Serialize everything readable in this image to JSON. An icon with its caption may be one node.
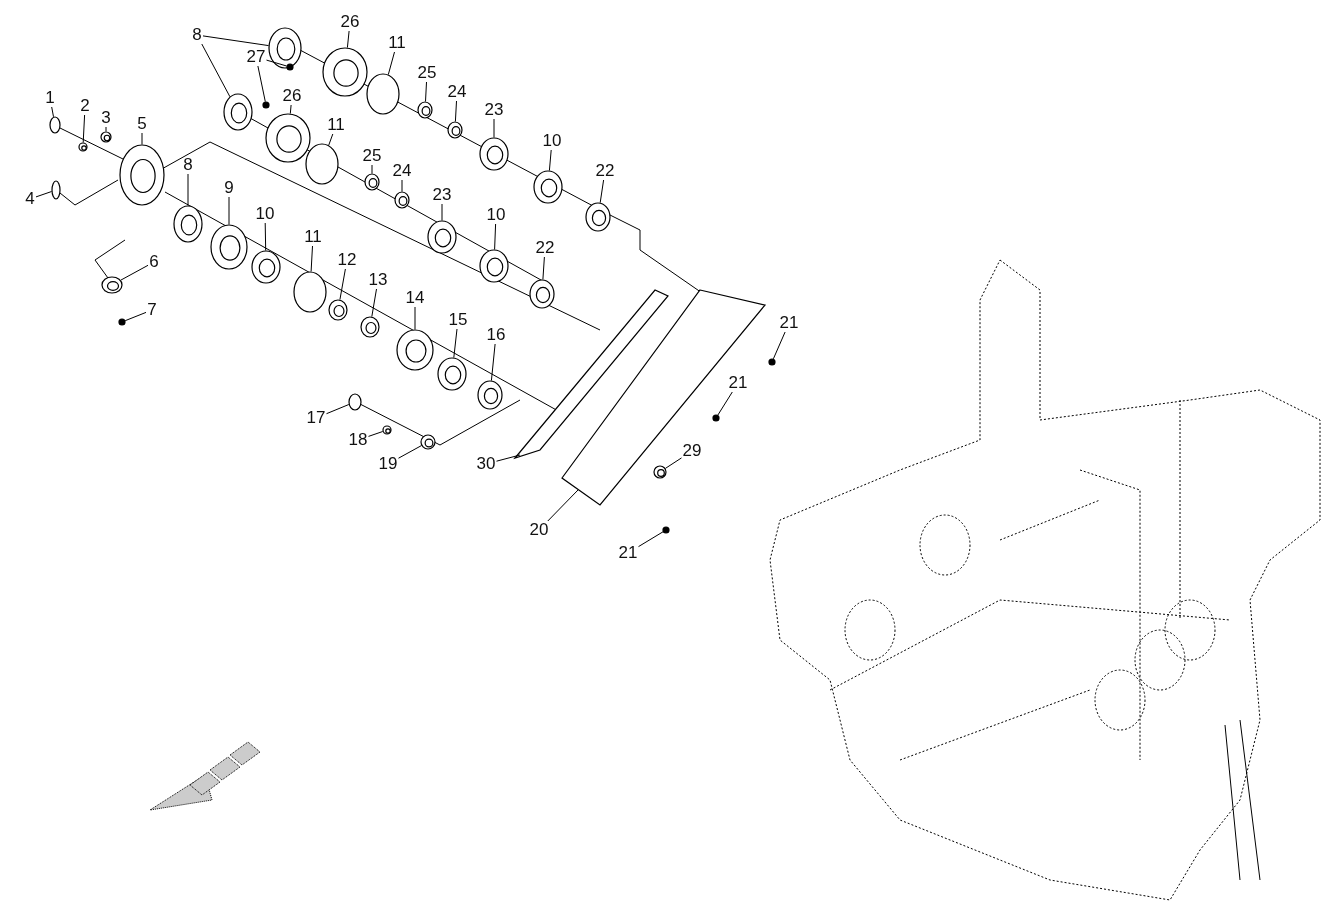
{
  "diagram": {
    "nodes": [
      {
        "text": [
          "1"
        ]
      },
      {
        "text": [
          "2"
        ]
      },
      {
        "text": [
          "3"
        ]
      },
      {
        "text": [
          "5"
        ]
      },
      {
        "text": [
          "4"
        ]
      },
      {
        "text": [
          "6"
        ]
      },
      {
        "text": [
          "7"
        ]
      },
      {
        "text": [
          "8"
        ]
      },
      {
        "text": [
          "27"
        ]
      },
      {
        "text": [
          "26"
        ]
      },
      {
        "text": [
          "26"
        ]
      },
      {
        "text": [
          "11"
        ]
      },
      {
        "text": [
          "11"
        ]
      },
      {
        "text": [
          "25"
        ]
      },
      {
        "text": [
          "25"
        ]
      },
      {
        "text": [
          "24"
        ]
      },
      {
        "text": [
          "24"
        ]
      },
      {
        "text": [
          "23"
        ]
      },
      {
        "text": [
          "23"
        ]
      },
      {
        "text": [
          "10"
        ]
      },
      {
        "text": [
          "10"
        ]
      },
      {
        "text": [
          "22"
        ]
      },
      {
        "text": [
          "22"
        ]
      },
      {
        "text": [
          "8"
        ]
      },
      {
        "text": [
          "9"
        ]
      },
      {
        "text": [
          "10"
        ]
      },
      {
        "text": [
          "11"
        ]
      },
      {
        "text": [
          "12"
        ]
      },
      {
        "text": [
          "13"
        ]
      },
      {
        "text": [
          "14"
        ]
      },
      {
        "text": [
          "15"
        ]
      },
      {
        "text": [
          "16"
        ]
      },
      {
        "text": [
          "21"
        ]
      },
      {
        "text": [
          "21"
        ]
      },
      {
        "text": [
          "17"
        ]
      },
      {
        "text": [
          "18"
        ]
      },
      {
        "text": [
          "19"
        ]
      },
      {
        "text": [
          "29"
        ]
      },
      {
        "text": [
          "30"
        ]
      },
      {
        "text": [
          "20"
        ]
      },
      {
        "text": [
          "21"
        ]
      },
      {
        "text": [],
        "shape": "circle"
      },
      {
        "text": [],
        "shape": "picture"
      },
      {
        "text": [],
        "shape": "picture"
      },
      {
        "text": [],
        "shape": "picture"
      },
      {
        "text": [],
        "shape": "circle"
      },
      {
        "text": [],
        "shape": "picture"
      },
      {
        "text": [],
        "shape": "circle"
      },
      {
        "text": [],
        "shape": "picture"
      },
      {
        "text": [],
        "shape": "picture"
      },
      {
        "text": [],
        "shape": "circle"
      },
      {
        "text": [],
        "shape": "circle"
      },
      {
        "text": [],
        "shape": "picture"
      },
      {
        "text": [],
        "shape": "picture"
      },
      {
        "text": [],
        "shape": "circle"
      },
      {
        "text": [],
        "shape": "circle"
      },
      {
        "text": [],
        "shape": "picture"
      },
      {
        "text": [],
        "shape": "picture"
      },
      {
        "text": [],
        "shape": "picture"
      },
      {
        "text": [],
        "shape": "picture"
      },
      {
        "text": [],
        "shape": "picture"
      },
      {
        "text": [],
        "shape": "picture"
      },
      {
        "text": [],
        "shape": "picture"
      },
      {
        "text": [],
        "shape": "picture"
      },
      {
        "text": [],
        "shape": "picture"
      },
      {
        "text": [],
        "shape": "picture"
      },
      {
        "text": [],
        "shape": "picture"
      },
      {
        "text": [],
        "shape": "picture"
      },
      {
        "text": [],
        "shape": "picture"
      },
      {
        "text": [],
        "shape": "circle"
      },
      {
        "text": [],
        "shape": "picture"
      },
      {
        "text": [],
        "shape": "picture"
      },
      {
        "text": [],
        "shape": "picture"
      },
      {
        "text": [],
        "shape": "picture"
      },
      {
        "text": [],
        "shape": "picture"
      },
      {
        "text": [],
        "shape": "circle"
      },
      {
        "text": [],
        "shape": "circle"
      },
      {
        "text": [],
        "shape": "circle"
      },
      {
        "text": [],
        "shape": "picture"
      },
      {
        "text": [],
        "shape": "picture"
      },
      {
        "text": [],
        "shape": "picture"
      },
      {
        "text": [],
        "shape": "picture"
      },
      {
        "text": [],
        "shape": "picture"
      },
      {
        "text": [],
        "shape": "circle"
      }
    ],
    "edges": [
      {
        "from": 0,
        "to": 41,
        "arrow": "none"
      },
      {
        "from": 1,
        "to": 42,
        "arrow": "none"
      },
      {
        "from": 2,
        "to": 43,
        "arrow": "none"
      },
      {
        "from": 3,
        "to": 44,
        "arrow": "none"
      },
      {
        "from": 4,
        "to": 45,
        "arrow": "none"
      },
      {
        "from": 5,
        "to": 46,
        "arrow": "none"
      },
      {
        "from": 6,
        "to": 47,
        "arrow": "none"
      },
      {
        "from": 7,
        "to": 48,
        "arrow": "none"
      },
      {
        "from": 7,
        "to": 49,
        "arrow": "none"
      },
      {
        "from": 8,
        "to": 50,
        "arrow": "none"
      },
      {
        "from": 8,
        "to": 51,
        "arrow": "none"
      },
      {
        "from": 9,
        "to": 52,
        "arrow": "none"
      },
      {
        "from": 10,
        "to": 53,
        "arrow": "none"
      },
      {
        "from": 11,
        "to": 54,
        "arrow": "none"
      },
      {
        "from": 12,
        "to": 55,
        "arrow": "none"
      },
      {
        "from": 13,
        "to": 56,
        "arrow": "none"
      },
      {
        "from": 14,
        "to": 57,
        "arrow": "none"
      },
      {
        "from": 15,
        "to": 58,
        "arrow": "none"
      },
      {
        "from": 16,
        "to": 59,
        "arrow": "none"
      },
      {
        "from": 17,
        "to": 60,
        "arrow": "none"
      },
      {
        "from": 18,
        "to": 61,
        "arrow": "none"
      },
      {
        "from": 19,
        "to": 62,
        "arrow": "none"
      },
      {
        "from": 20,
        "to": 63,
        "arrow": "none"
      },
      {
        "from": 21,
        "to": 64,
        "arrow": "none"
      },
      {
        "from": 22,
        "to": 65,
        "arrow": "none"
      },
      {
        "from": 23,
        "to": 66,
        "arrow": "none"
      },
      {
        "from": 24,
        "to": 67,
        "arrow": "none"
      },
      {
        "from": 25,
        "to": 68,
        "arrow": "none"
      },
      {
        "from": 26,
        "to": 69,
        "arrow": "none"
      },
      {
        "from": 27,
        "to": 70,
        "arrow": "none"
      },
      {
        "from": 28,
        "to": 71,
        "arrow": "none"
      },
      {
        "from": 29,
        "to": 72,
        "arrow": "none"
      },
      {
        "from": 30,
        "to": 73,
        "arrow": "none"
      },
      {
        "from": 31,
        "to": 74,
        "arrow": "none"
      },
      {
        "from": 32,
        "to": 75,
        "arrow": "none"
      },
      {
        "from": 33,
        "to": 76,
        "arrow": "none"
      },
      {
        "from": 34,
        "to": 77,
        "arrow": "none"
      },
      {
        "from": 35,
        "to": 78,
        "arrow": "none"
      },
      {
        "from": 36,
        "to": 79,
        "arrow": "none"
      },
      {
        "from": 37,
        "to": 80,
        "arrow": "none"
      },
      {
        "from": 38,
        "to": 81,
        "arrow": "none"
      },
      {
        "from": 39,
        "to": 82,
        "arrow": "none"
      },
      {
        "from": 40,
        "to": 83,
        "arrow": "none"
      }
    ]
  }
}
